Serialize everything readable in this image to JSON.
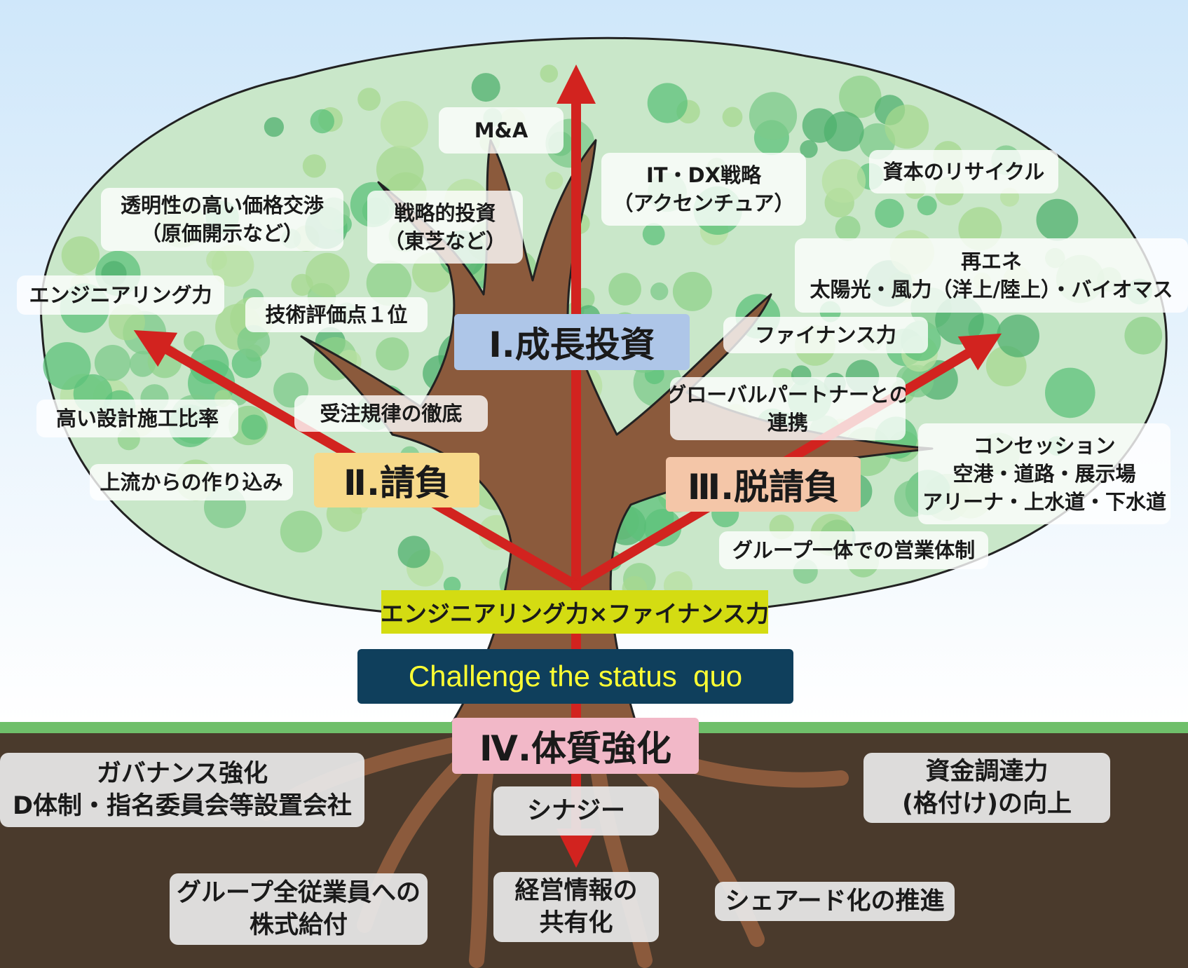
{
  "colors": {
    "sky": "#d7ecfb",
    "foliage": "#c9e7c9",
    "trunk": "#8b5a3c",
    "soil": "#4a3a2c",
    "grass": "#6fbf6a",
    "arrow": "#d2231f",
    "pillar_growth": "#aec6e8",
    "pillar_contract": "#f7d98a",
    "pillar_decontract": "#f4c6a8",
    "pillar_structure": "#f2b8c8",
    "core_strip": "#d4dc12",
    "challenge_bar": "#0f3f5c",
    "challenge_text": "#ffff33"
  },
  "pillars": {
    "growth": "Ⅰ.成長投資",
    "contract": "Ⅱ.請負",
    "decontract": "Ⅲ.脱請負",
    "structure": "Ⅳ.体質強化"
  },
  "core_strip": "エンジニアリング力×ファイナンス力",
  "challenge": "Challenge the status  quo",
  "canopy": {
    "ma": "M&A",
    "it_dx": [
      "IT・DX戦略",
      "（アクセンチュア）"
    ],
    "capital_recycle": "資本のリサイクル",
    "transparency": [
      "透明性の高い価格交渉",
      "（原価開示など）"
    ],
    "strategic_investment": [
      "戦略的投資",
      "（東芝など）"
    ],
    "engineering": "エンジニアリング力",
    "tech_eval": "技術評価点１位",
    "renewable": [
      "再エネ",
      "太陽光・風力（洋上/陸上）・バイオマス"
    ],
    "finance": "ファイナンス力",
    "global_partner": [
      "グローバルパートナーとの",
      "連携"
    ],
    "design_build": "高い設計施工比率",
    "order_discipline": "受注規律の徹底",
    "upstream": "上流からの作り込み",
    "concession": [
      "コンセッション",
      "空港・道路・展示場",
      "アリーナ・上水道・下水道"
    ],
    "group_sales": "グループ一体での営業体制"
  },
  "roots": {
    "governance": [
      "ガバナンス強化",
      "D体制・指名委員会等設置会社"
    ],
    "synergy": "シナジー",
    "funding": [
      "資金調達力",
      "(格付け)の向上"
    ],
    "stock_grant": [
      "グループ全従業員への",
      "株式給付"
    ],
    "info_share": [
      "経営情報の",
      "共有化"
    ],
    "shared_service": "シェアード化の推進"
  }
}
